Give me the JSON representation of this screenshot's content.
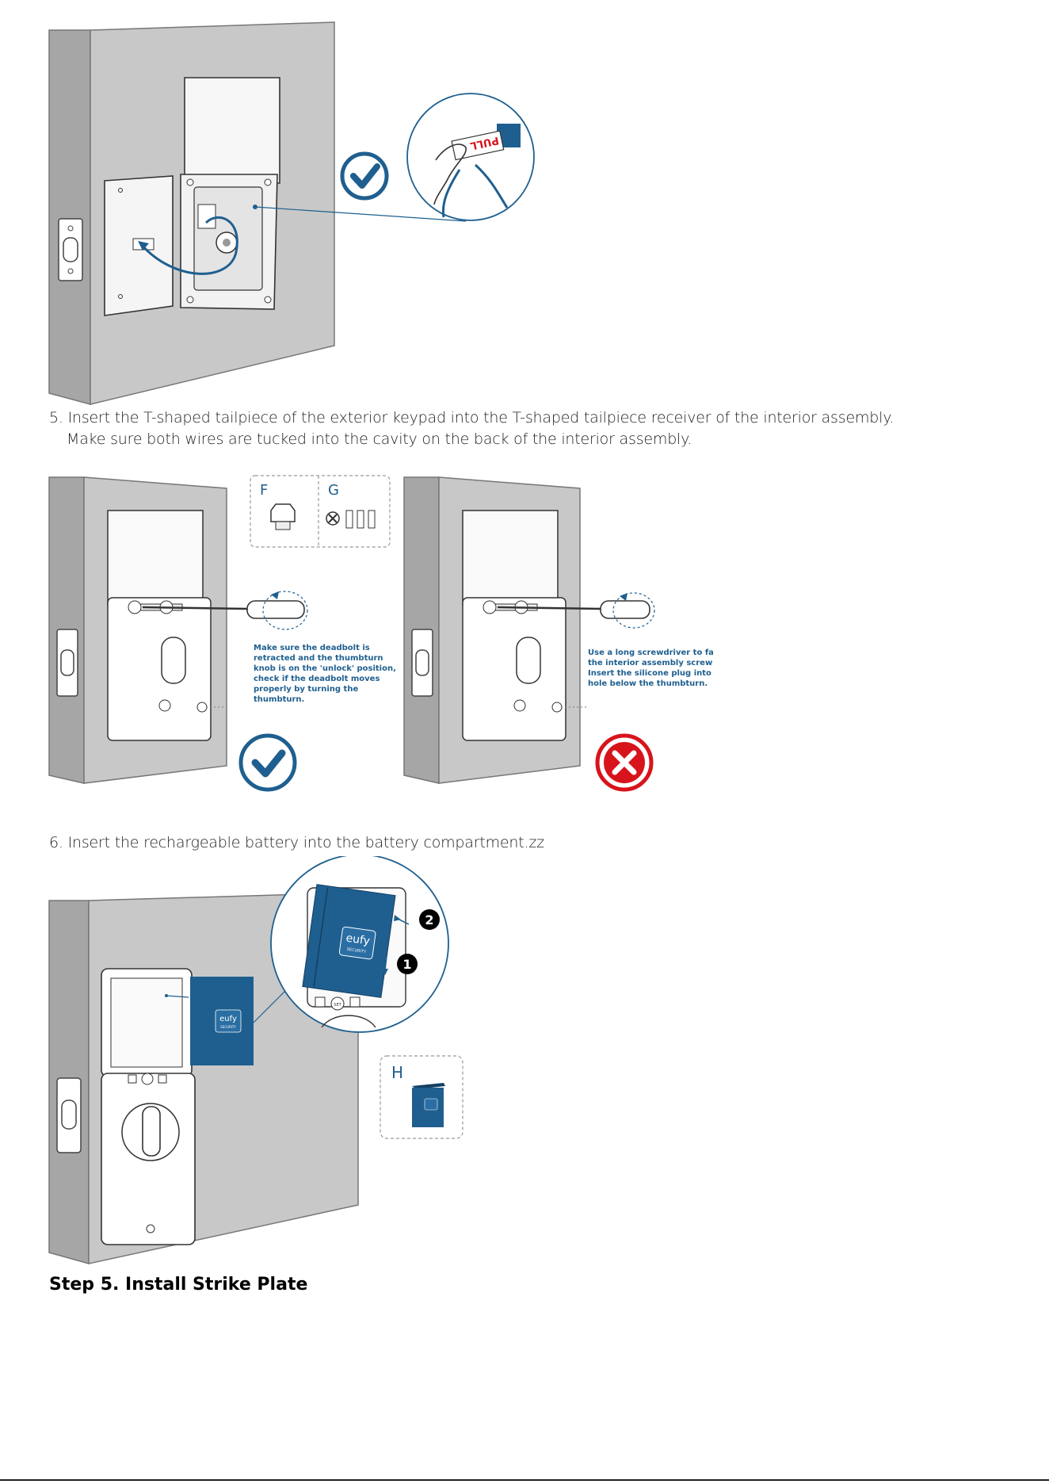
{
  "step5_instruction": {
    "line1": "5. Insert the T-shaped tailpiece of the exterior keypad into the T-shaped tailpiece receiver of the interior assembly.",
    "line2": "Make sure both wires are tucked into the cavity on the back of the interior assembly."
  },
  "figure1": {
    "pull_tab": "PULL"
  },
  "figure2": {
    "part_f": "F",
    "part_g": "G",
    "note_correct": [
      "Make sure the deadbolt is",
      "retracted and the thumbturn",
      "knob is on the 'unlock' position,",
      "check if the deadbolt moves",
      "properly by turning the",
      "thumbturn."
    ],
    "note_wrong": [
      "Use a long screwdriver to fasten",
      "the interior assembly screws.",
      "Insert the silicone plug into the",
      "hole below the thumbturn."
    ]
  },
  "step6_instruction": "6. Insert the rechargeable battery into the battery compartment.zz",
  "figure3": {
    "brand": "eufy",
    "brand_sub": "SECURITY",
    "part_h": "H",
    "callout_1": "1",
    "callout_2": "2",
    "set_label": "SET"
  },
  "section_heading": "Step 5. Install Strike Plate",
  "colors": {
    "brand_blue": "#1f5f8f",
    "wall_grey": "#c4c4c4",
    "wall_edge": "#9a9a9a",
    "error_red": "#d7141c"
  }
}
